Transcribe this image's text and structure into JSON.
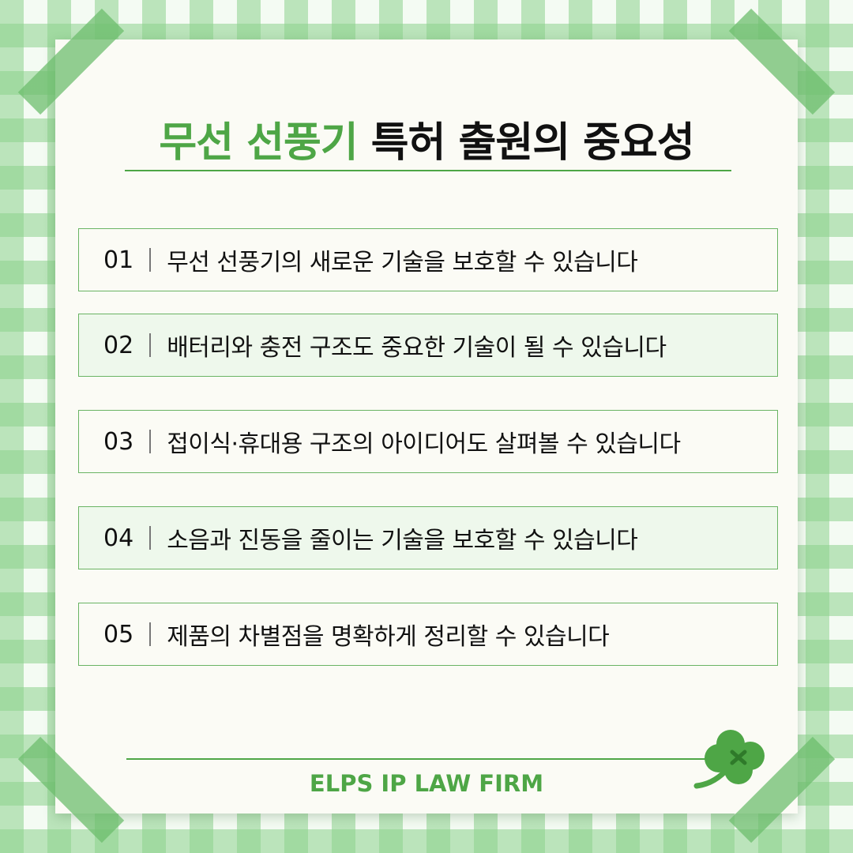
{
  "title": {
    "highlight": "무선 선풍기",
    "rest": " 특허 출원의 중요성"
  },
  "items": [
    {
      "num": "01",
      "text": "무선 선풍기의 새로운 기술을 보호할 수 있습니다"
    },
    {
      "num": "02",
      "text": "배터리와 충전 구조도 중요한 기술이 될 수 있습니다"
    },
    {
      "num": "03",
      "text": "접이식·휴대용 구조의 아이디어도 살펴볼 수 있습니다"
    },
    {
      "num": "04",
      "text": "소음과 진동을 줄이는 기술을 보호할 수 있습니다"
    },
    {
      "num": "05",
      "text": "제품의 차별점을 명확하게 정리할 수 있습니다"
    }
  ],
  "footer": "ELPS IP LAW FIRM",
  "colors": {
    "accent_green": "#4ea646",
    "checker_green": "#8cd28c",
    "card_bg": "#fbfbf5",
    "item_alt_bg": "#eef8ec"
  },
  "icons": [
    "clover-icon",
    "tape-corner"
  ]
}
